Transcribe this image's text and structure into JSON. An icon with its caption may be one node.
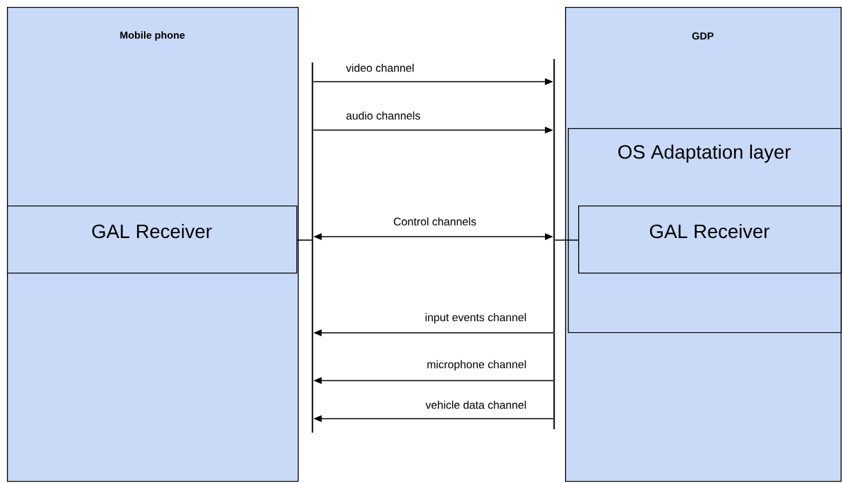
{
  "diagram": {
    "nodes": [
      {
        "text": [
          "Mobile phone"
        ]
      },
      {
        "text": [
          "GAL Receiver"
        ],
        "in": 0
      },
      {
        "text": [
          "GDP"
        ]
      },
      {
        "text": [
          "OS Adaptation layer"
        ],
        "in": 2
      },
      {
        "text": [
          "GAL Receiver"
        ],
        "in": 3
      },
      {
        "text": [],
        "shape": "bar"
      },
      {
        "text": [],
        "shape": "bar"
      }
    ],
    "edges": [
      {
        "from": 5,
        "to": 6,
        "arrow": "to",
        "label": "video channel"
      },
      {
        "from": 5,
        "to": 6,
        "arrow": "to",
        "label": "audio channels"
      },
      {
        "from": 5,
        "to": 6,
        "arrow": "both",
        "label": "Control channels"
      },
      {
        "from": 6,
        "to": 5,
        "arrow": "to",
        "label": "input events channel"
      },
      {
        "from": 6,
        "to": 5,
        "arrow": "to",
        "label": "microphone channel"
      },
      {
        "from": 6,
        "to": 5,
        "arrow": "to",
        "label": "vehicle data channel"
      },
      {
        "from": 1,
        "to": 5,
        "arrow": "none"
      },
      {
        "from": 6,
        "to": 4,
        "arrow": "none"
      }
    ]
  }
}
